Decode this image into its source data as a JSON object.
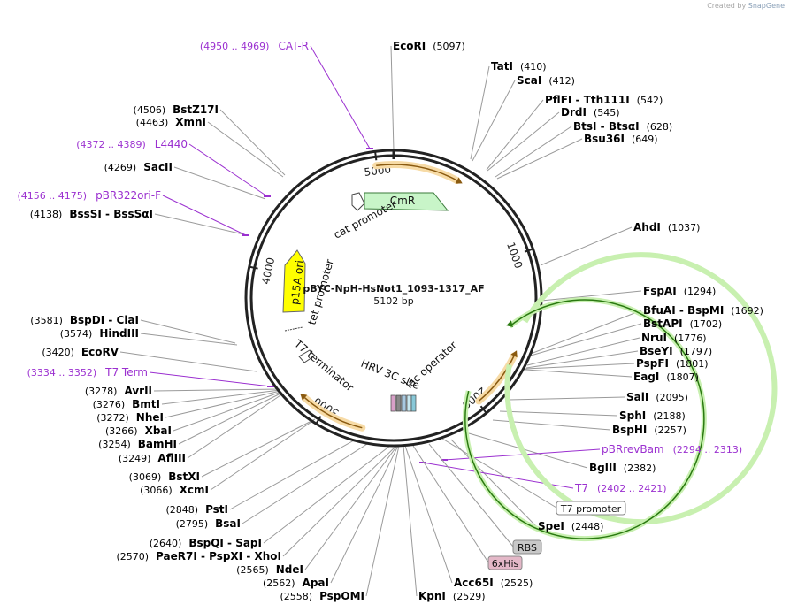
{
  "credit": {
    "prefix": "Created by",
    "brand": "SnapGene"
  },
  "plasmid": {
    "name": "pBYC-NpH-HsNot1_1093-1317_AF",
    "length": "5102 bp"
  },
  "ticks": [
    "1000",
    "2000",
    "3000",
    "4000",
    "5000"
  ],
  "features": {
    "cmr": "CmR",
    "cat_promoter": "cat promoter",
    "p15a_ori": "p15A ori",
    "tet_promoter": "tet promoter",
    "t7_terminator": "T7 terminator",
    "hrv": "HRV 3C site",
    "lac_operator": "lac operator"
  },
  "sites": [
    {
      "name": "EcoRI",
      "pos": "(5097)"
    },
    {
      "name": "TatI",
      "pos": "(410)"
    },
    {
      "name": "ScaI",
      "pos": "(412)"
    },
    {
      "name": "PflFI - Tth111I",
      "pos": "(542)"
    },
    {
      "name": "DrdI",
      "pos": "(545)"
    },
    {
      "name": "BtsI - BtsαI",
      "pos": "(628)"
    },
    {
      "name": "Bsu36I",
      "pos": "(649)"
    },
    {
      "name": "AhdI",
      "pos": "(1037)"
    },
    {
      "name": "FspAI",
      "pos": "(1294)"
    },
    {
      "name": "BfuAI - BspMI",
      "pos": "(1692)"
    },
    {
      "name": "BstAPI",
      "pos": "(1702)"
    },
    {
      "name": "NruI",
      "pos": "(1776)"
    },
    {
      "name": "BseYI",
      "pos": "(1797)"
    },
    {
      "name": "PspFI",
      "pos": "(1801)"
    },
    {
      "name": "EagI",
      "pos": "(1807)"
    },
    {
      "name": "SalI",
      "pos": "(2095)"
    },
    {
      "name": "SphI",
      "pos": "(2188)"
    },
    {
      "name": "BspHI",
      "pos": "(2257)"
    },
    {
      "name": "BglII",
      "pos": "(2382)"
    },
    {
      "name": "SpeI",
      "pos": "(2448)"
    },
    {
      "name": "Acc65I",
      "pos": "(2525)"
    },
    {
      "name": "KpnI",
      "pos": "(2529)"
    },
    {
      "name": "PspOMI",
      "pos": "(2558)"
    },
    {
      "name": "ApaI",
      "pos": "(2562)"
    },
    {
      "name": "NdeI",
      "pos": "(2565)"
    },
    {
      "name": "PaeR7I - PspXI - XhoI",
      "pos": "(2570)"
    },
    {
      "name": "BspQI - SapI",
      "pos": "(2640)"
    },
    {
      "name": "BsaI",
      "pos": "(2795)"
    },
    {
      "name": "PstI",
      "pos": "(2848)"
    },
    {
      "name": "XcmI",
      "pos": "(3066)"
    },
    {
      "name": "BstXI",
      "pos": "(3069)"
    },
    {
      "name": "AflIII",
      "pos": "(3249)"
    },
    {
      "name": "BamHI",
      "pos": "(3254)"
    },
    {
      "name": "XbaI",
      "pos": "(3266)"
    },
    {
      "name": "NheI",
      "pos": "(3272)"
    },
    {
      "name": "BmtI",
      "pos": "(3276)"
    },
    {
      "name": "AvrII",
      "pos": "(3278)"
    },
    {
      "name": "EcoRV",
      "pos": "(3420)"
    },
    {
      "name": "HindIII",
      "pos": "(3574)"
    },
    {
      "name": "BspDI - ClaI",
      "pos": "(3581)"
    },
    {
      "name": "BssSI - BssSαI",
      "pos": "(4138)"
    },
    {
      "name": "SacII",
      "pos": "(4269)"
    },
    {
      "name": "XmnI",
      "pos": "(4463)"
    },
    {
      "name": "BstZ17I",
      "pos": "(4506)"
    }
  ],
  "primers": [
    {
      "name": "CAT-R",
      "range": "(4950 .. 4969)"
    },
    {
      "name": "L4440",
      "range": "(4372 .. 4389)"
    },
    {
      "name": "pBR322ori-F",
      "range": "(4156 .. 4175)"
    },
    {
      "name": "T7 Term",
      "range": "(3334 .. 3352)"
    },
    {
      "name": "pBRrevBam",
      "range": "(2294 .. 2313)"
    },
    {
      "name": "T7",
      "range": "(2402 .. 2421)"
    }
  ],
  "boxed": [
    {
      "name": "T7 promoter",
      "fill": "#ffffff"
    },
    {
      "name": "RBS",
      "fill": "#c8c8c8"
    },
    {
      "name": "6xHis",
      "fill": "#e4b8c8"
    }
  ],
  "colors": {
    "site": "#000000",
    "primer": "#9b30d0",
    "cmr": "#c8f5c8",
    "p15a": "#ffff00",
    "orange": "#f5a623",
    "green": "#80e040"
  }
}
